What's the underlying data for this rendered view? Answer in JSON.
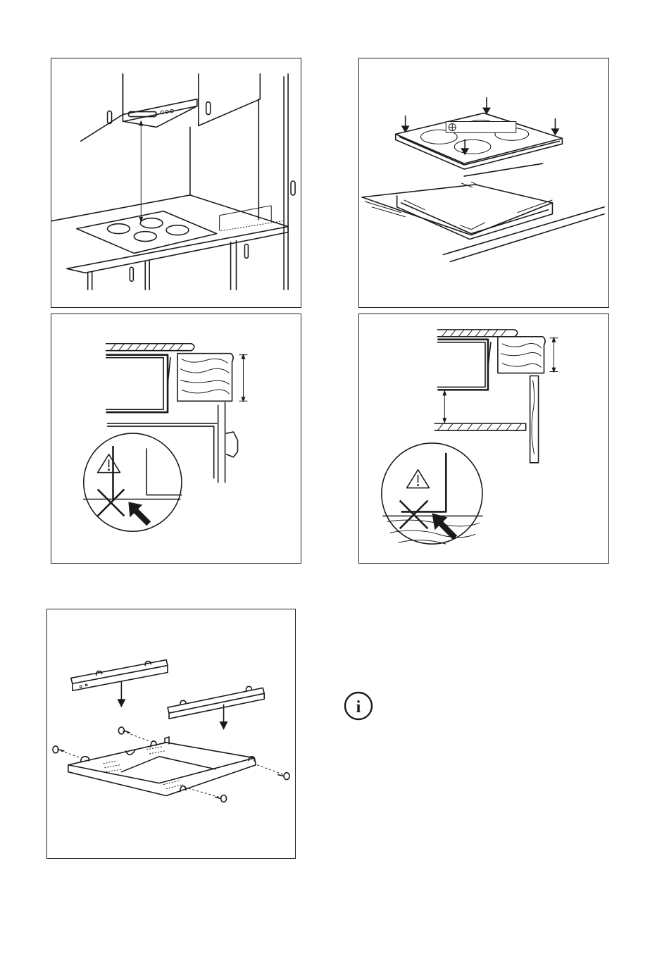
{
  "panels": [
    {
      "id": "hood-clearance",
      "icons": [
        "cooker-hood",
        "wall-cabinet",
        "hob",
        "worktop",
        "tall-cabinet"
      ]
    },
    {
      "id": "hob-insertion",
      "icons": [
        "down-arrow",
        "hob",
        "worktop-cutout",
        "dimension-arrow"
      ]
    },
    {
      "id": "drawer-below",
      "icons": [
        "warning-triangle-icon",
        "cross-icon",
        "pointer-arrow-icon",
        "wood-section"
      ]
    },
    {
      "id": "shelf-below",
      "icons": [
        "warning-triangle-icon",
        "cross-icon",
        "pointer-arrow-icon",
        "wood-section"
      ]
    },
    {
      "id": "protective-box-assembly",
      "icons": [
        "rail",
        "down-arrow",
        "screw",
        "protective-box"
      ]
    }
  ],
  "info_icon": {
    "name": "info-icon",
    "glyph": "i"
  },
  "colors": {
    "line": "#1a1a1a",
    "background": "#ffffff"
  }
}
